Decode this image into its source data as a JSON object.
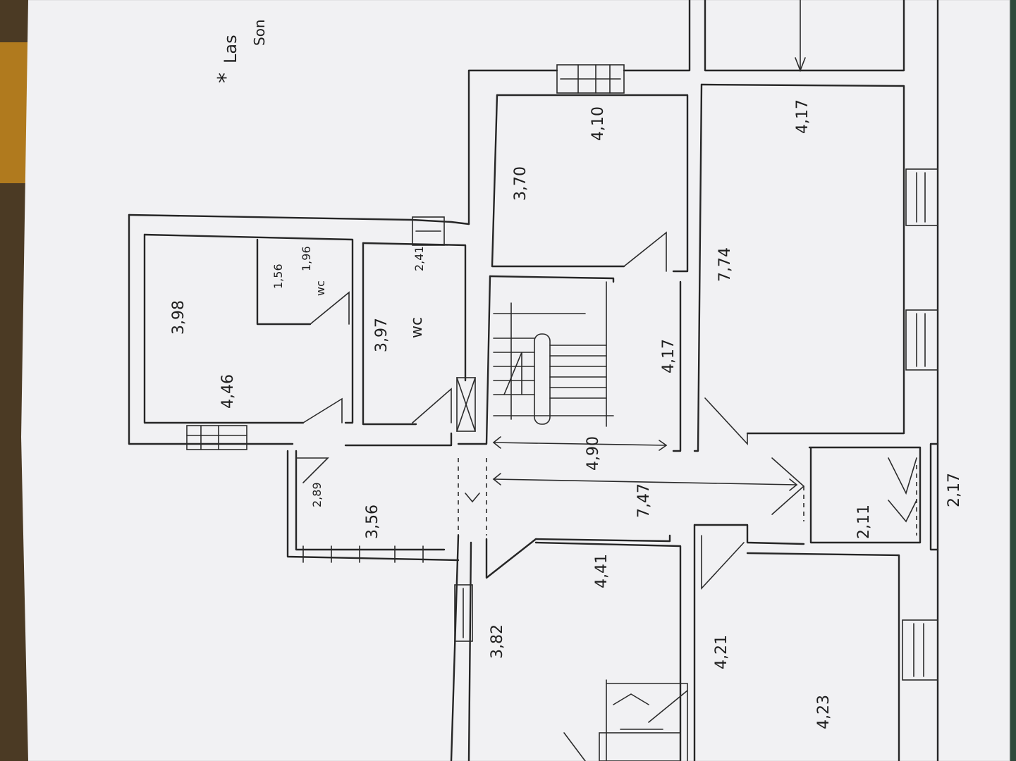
{
  "notes": {
    "note_line1": "Las",
    "note_line2": "Son",
    "asterisk": "*"
  },
  "dimensions": {
    "d_398": "3,98",
    "d_446": "4,46",
    "d_156": "1,56",
    "d_196": "1,96",
    "wc_small": "wc",
    "d_397": "3,97",
    "wc_large": "wc",
    "d_241": "2,41",
    "d_370": "3,70",
    "d_410": "4,10",
    "d_417_top": "4,17",
    "d_774": "7,74",
    "d_417_stair": "4,17",
    "d_490": "4,90",
    "d_747": "7,47",
    "d_289": "2,89",
    "d_356": "3,56",
    "d_382": "3,82",
    "d_441": "4,41",
    "d_421": "4,21",
    "d_423": "4,23",
    "d_211": "2,11",
    "d_217": "2,17"
  }
}
